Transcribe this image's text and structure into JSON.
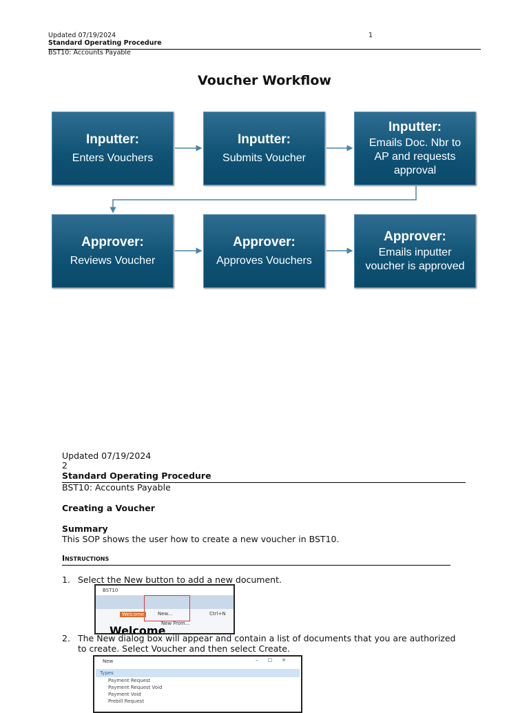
{
  "page1": {
    "updated": "Updated 07/19/2024",
    "page_number": "1",
    "sop": "Standard Operating Procedure",
    "module": "BST10: Accounts Payable"
  },
  "title": "Voucher Workflow",
  "workflow": [
    {
      "role": "Inputter:",
      "action": "Enters Vouchers"
    },
    {
      "role": "Inputter:",
      "action": "Submits Voucher"
    },
    {
      "role": "Inputter:",
      "action": "Emails Doc. Nbr to AP and requests approval"
    },
    {
      "role": "Approver:",
      "action": "Reviews Voucher"
    },
    {
      "role": "Approver:",
      "action": "Approves Vouchers"
    },
    {
      "role": "Approver:",
      "action": "Emails inputter voucher is approved"
    }
  ],
  "page2": {
    "updated": "Updated 07/19/2024",
    "page_number": "2",
    "sop": "Standard Operating Procedure",
    "module": "BST10: Accounts Payable",
    "heading": "Creating a Voucher",
    "summary_heading": "Summary",
    "summary": "This SOP shows the user how to create a new voucher in BST10.",
    "instructions_heading": "Instructions",
    "steps": [
      "Select the New button to add a new document.",
      "The New dialog box will appear and contain a list of documents that you are authorized to create. Select Voucher and then select Create."
    ]
  },
  "screenshot1": {
    "app_title": "BST10",
    "tab": "Welcome",
    "menu_new": "New...",
    "shortcut": "Ctrl+N",
    "menu_new_from": "New From...",
    "welcome": "Welcome"
  },
  "screenshot2": {
    "title": "New",
    "section": "Types",
    "items": [
      "Payment Request",
      "Payment Request Void",
      "Payment Void",
      "Prebill Request"
    ]
  },
  "colors": {
    "box": "#0f5274",
    "arrow": "#4a84aa",
    "highlight": "#e03030"
  }
}
